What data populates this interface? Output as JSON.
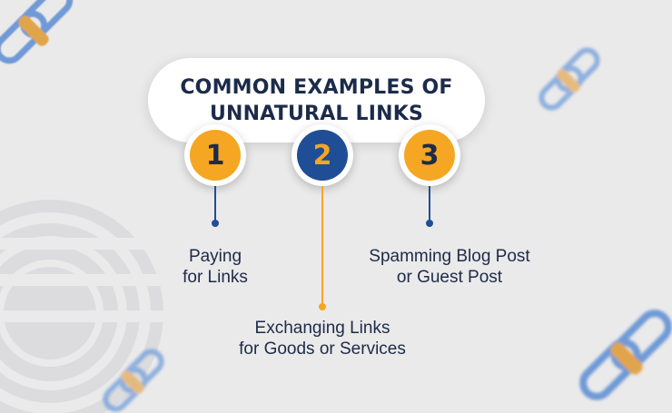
{
  "title": {
    "line1": "COMMON EXAMPLES OF",
    "line2": "UNNATURAL LINKS"
  },
  "items": [
    {
      "number": "1",
      "label_line1": "Paying",
      "label_line2": "for Links",
      "color": "#f5a623",
      "number_color": "#1c2b49",
      "connector_color": "#1f4e96"
    },
    {
      "number": "2",
      "label_line1": "Exchanging Links",
      "label_line2": "for Goods or Services",
      "color": "#1f4e96",
      "number_color": "#f5a623",
      "connector_color": "#f5a623"
    },
    {
      "number": "3",
      "label_line1": "Spamming Blog Post",
      "label_line2": "or Guest Post",
      "color": "#f5a623",
      "number_color": "#1c2b49",
      "connector_color": "#1f4e96"
    }
  ],
  "colors": {
    "background": "#ebeaea",
    "navy": "#1c2b49",
    "blue": "#1f4e96",
    "orange": "#f5a623"
  },
  "decorations": [
    "chain-link-icon",
    "globe-icon"
  ]
}
